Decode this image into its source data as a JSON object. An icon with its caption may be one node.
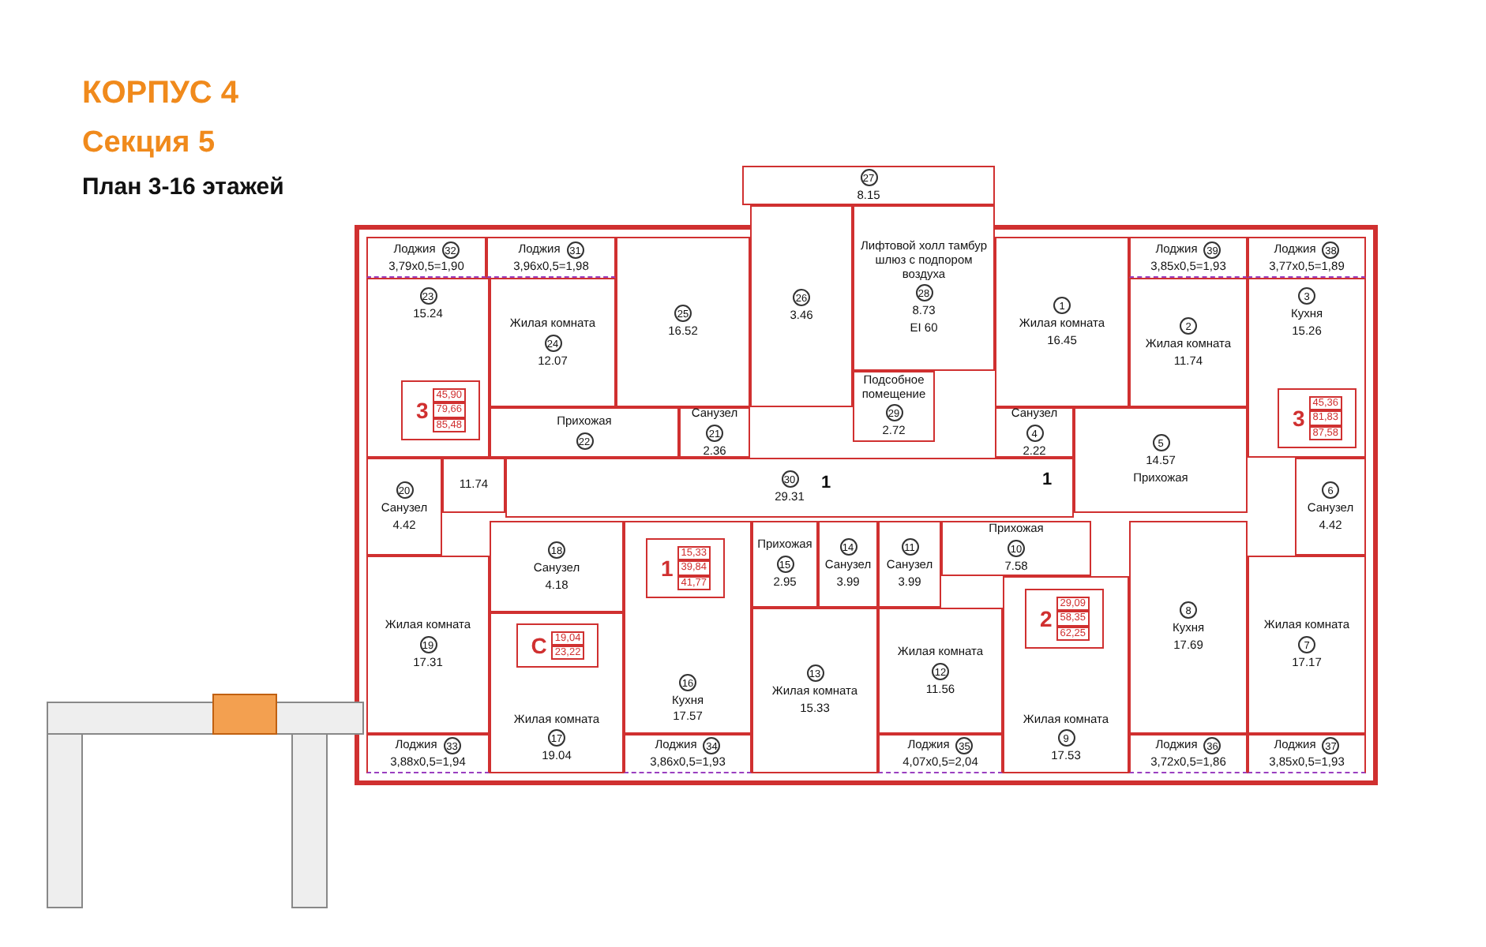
{
  "diagram": {
    "title": "КОРПУС 4",
    "nodes": [
      {
        "text": [
          "Лоджия",
          "32",
          "3,79х0,5=1,90"
        ]
      },
      {
        "text": [
          "Лоджия",
          "31",
          "3,96х0,5=1,98"
        ]
      },
      {
        "text": [
          "27",
          "8.15"
        ]
      },
      {
        "text": [
          "Лоджия",
          "39",
          "3,85х0,5=1,93"
        ]
      },
      {
        "text": [
          "Лоджия",
          "38",
          "3,77х0,5=1,89"
        ]
      },
      {
        "text": [
          "23",
          "15.24"
        ]
      },
      {
        "text": [
          "3",
          "45,90",
          "79,66",
          "85,48"
        ],
        "in": 5
      },
      {
        "text": [
          "Жилая комната",
          "24",
          "12.07"
        ]
      },
      {
        "text": [
          "25",
          "16.52"
        ]
      },
      {
        "text": [
          "26",
          "3.46"
        ]
      },
      {
        "text": [
          "Лифтовой холл тамбур шлюз с подпором воздуха",
          "28",
          "8.73",
          "EI 60"
        ]
      },
      {
        "text": [
          "1",
          "Жилая комната",
          "16.45"
        ]
      },
      {
        "text": [
          "2",
          "Жилая комната",
          "11.74"
        ]
      },
      {
        "text": [
          "3",
          "Кухня",
          "15.26"
        ]
      },
      {
        "text": [
          "3",
          "45,36",
          "81,83",
          "87,58"
        ],
        "in": 13
      },
      {
        "text": [
          "Прихожая",
          "22"
        ]
      },
      {
        "text": [
          "Санузел",
          "21",
          "2.36"
        ]
      },
      {
        "text": [
          "Подсобное помещение",
          "29",
          "2.72"
        ]
      },
      {
        "text": [
          "Санузел",
          "4",
          "2.22"
        ]
      },
      {
        "text": [
          "5",
          "14.57",
          "Прихожая"
        ]
      },
      {
        "text": [
          "20",
          "Санузел",
          "4.42"
        ]
      },
      {
        "text": [
          "11.74"
        ]
      },
      {
        "text": [
          "30",
          "29.31"
        ]
      },
      {
        "text": [
          "6",
          "Санузел",
          "4.42"
        ]
      },
      {
        "text": [
          "18",
          "Санузел",
          "4.18"
        ]
      },
      {
        "text": [
          "Прихожая",
          "15",
          "2.95"
        ]
      },
      {
        "text": [
          "14",
          "Санузел",
          "3.99"
        ]
      },
      {
        "text": [
          "11",
          "Санузел",
          "3.99"
        ]
      },
      {
        "text": [
          "Прихожая",
          "10",
          "7.58"
        ]
      },
      {
        "text": [
          "Жилая комната",
          "19",
          "17.31"
        ]
      },
      {
        "text": [
          "Жилая комната",
          "17",
          "19.04"
        ]
      },
      {
        "text": [
          "С",
          "19,04",
          "23,22"
        ],
        "in": 30
      },
      {
        "text": [
          "16",
          "Кухня",
          "17.57"
        ]
      },
      {
        "text": [
          "1",
          "15,33",
          "39,84",
          "41,77"
        ],
        "in": 32
      },
      {
        "text": [
          "13",
          "Жилая комната",
          "15.33"
        ]
      },
      {
        "text": [
          "Жилая комната",
          "12",
          "11.56"
        ]
      },
      {
        "text": [
          "Жилая комната",
          "9",
          "17.53"
        ]
      },
      {
        "text": [
          "2",
          "29,09",
          "58,35",
          "62,25"
        ],
        "in": 36
      },
      {
        "text": [
          "8",
          "Кухня",
          "17.69"
        ]
      },
      {
        "text": [
          "Жилая комната",
          "7",
          "17.17"
        ]
      },
      {
        "text": [
          "Лоджия",
          "33",
          "3,88х0,5=1,94"
        ]
      },
      {
        "text": [
          "Лоджия",
          "34",
          "3,86х0,5=1,93"
        ]
      },
      {
        "text": [
          "Лоджия",
          "35",
          "4,07х0,5=2,04"
        ]
      },
      {
        "text": [
          "Лоджия",
          "36",
          "3,72х0,5=1,86"
        ]
      },
      {
        "text": [
          "Лоджия",
          "37",
          "3,85х0,5=1,93"
        ]
      }
    ],
    "labels": [
      "Секция 5",
      "План 3-16 этажей",
      "1",
      "1"
    ]
  }
}
